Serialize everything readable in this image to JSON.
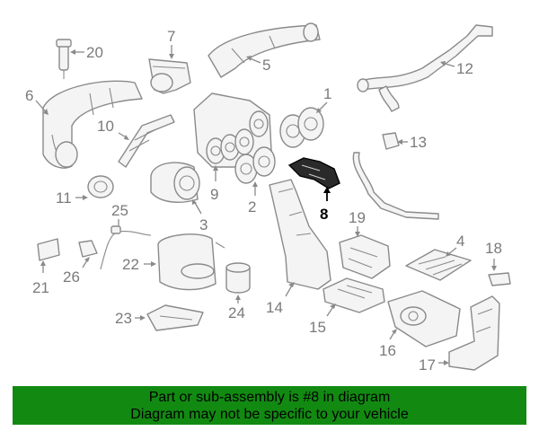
{
  "callouts": {
    "c1": "1",
    "c2": "2",
    "c3": "3",
    "c4": "4",
    "c5": "5",
    "c6": "6",
    "c7": "7",
    "c8": "8",
    "c9": "9",
    "c10": "10",
    "c11": "11",
    "c12": "12",
    "c13": "13",
    "c14": "14",
    "c15": "15",
    "c16": "16",
    "c17": "17",
    "c18": "18",
    "c19": "19",
    "c20": "20",
    "c21": "21",
    "c22": "22",
    "c23": "23",
    "c24": "24",
    "c25": "25",
    "c26": "26"
  },
  "highlighted_part": "8",
  "colors": {
    "banner": "#128a12",
    "parts": "#8a8a8a",
    "highlight": "#000000"
  },
  "banner": {
    "line1": "Part or sub-assembly is #8 in diagram",
    "line2": "Diagram may not be specific to your vehicle"
  }
}
